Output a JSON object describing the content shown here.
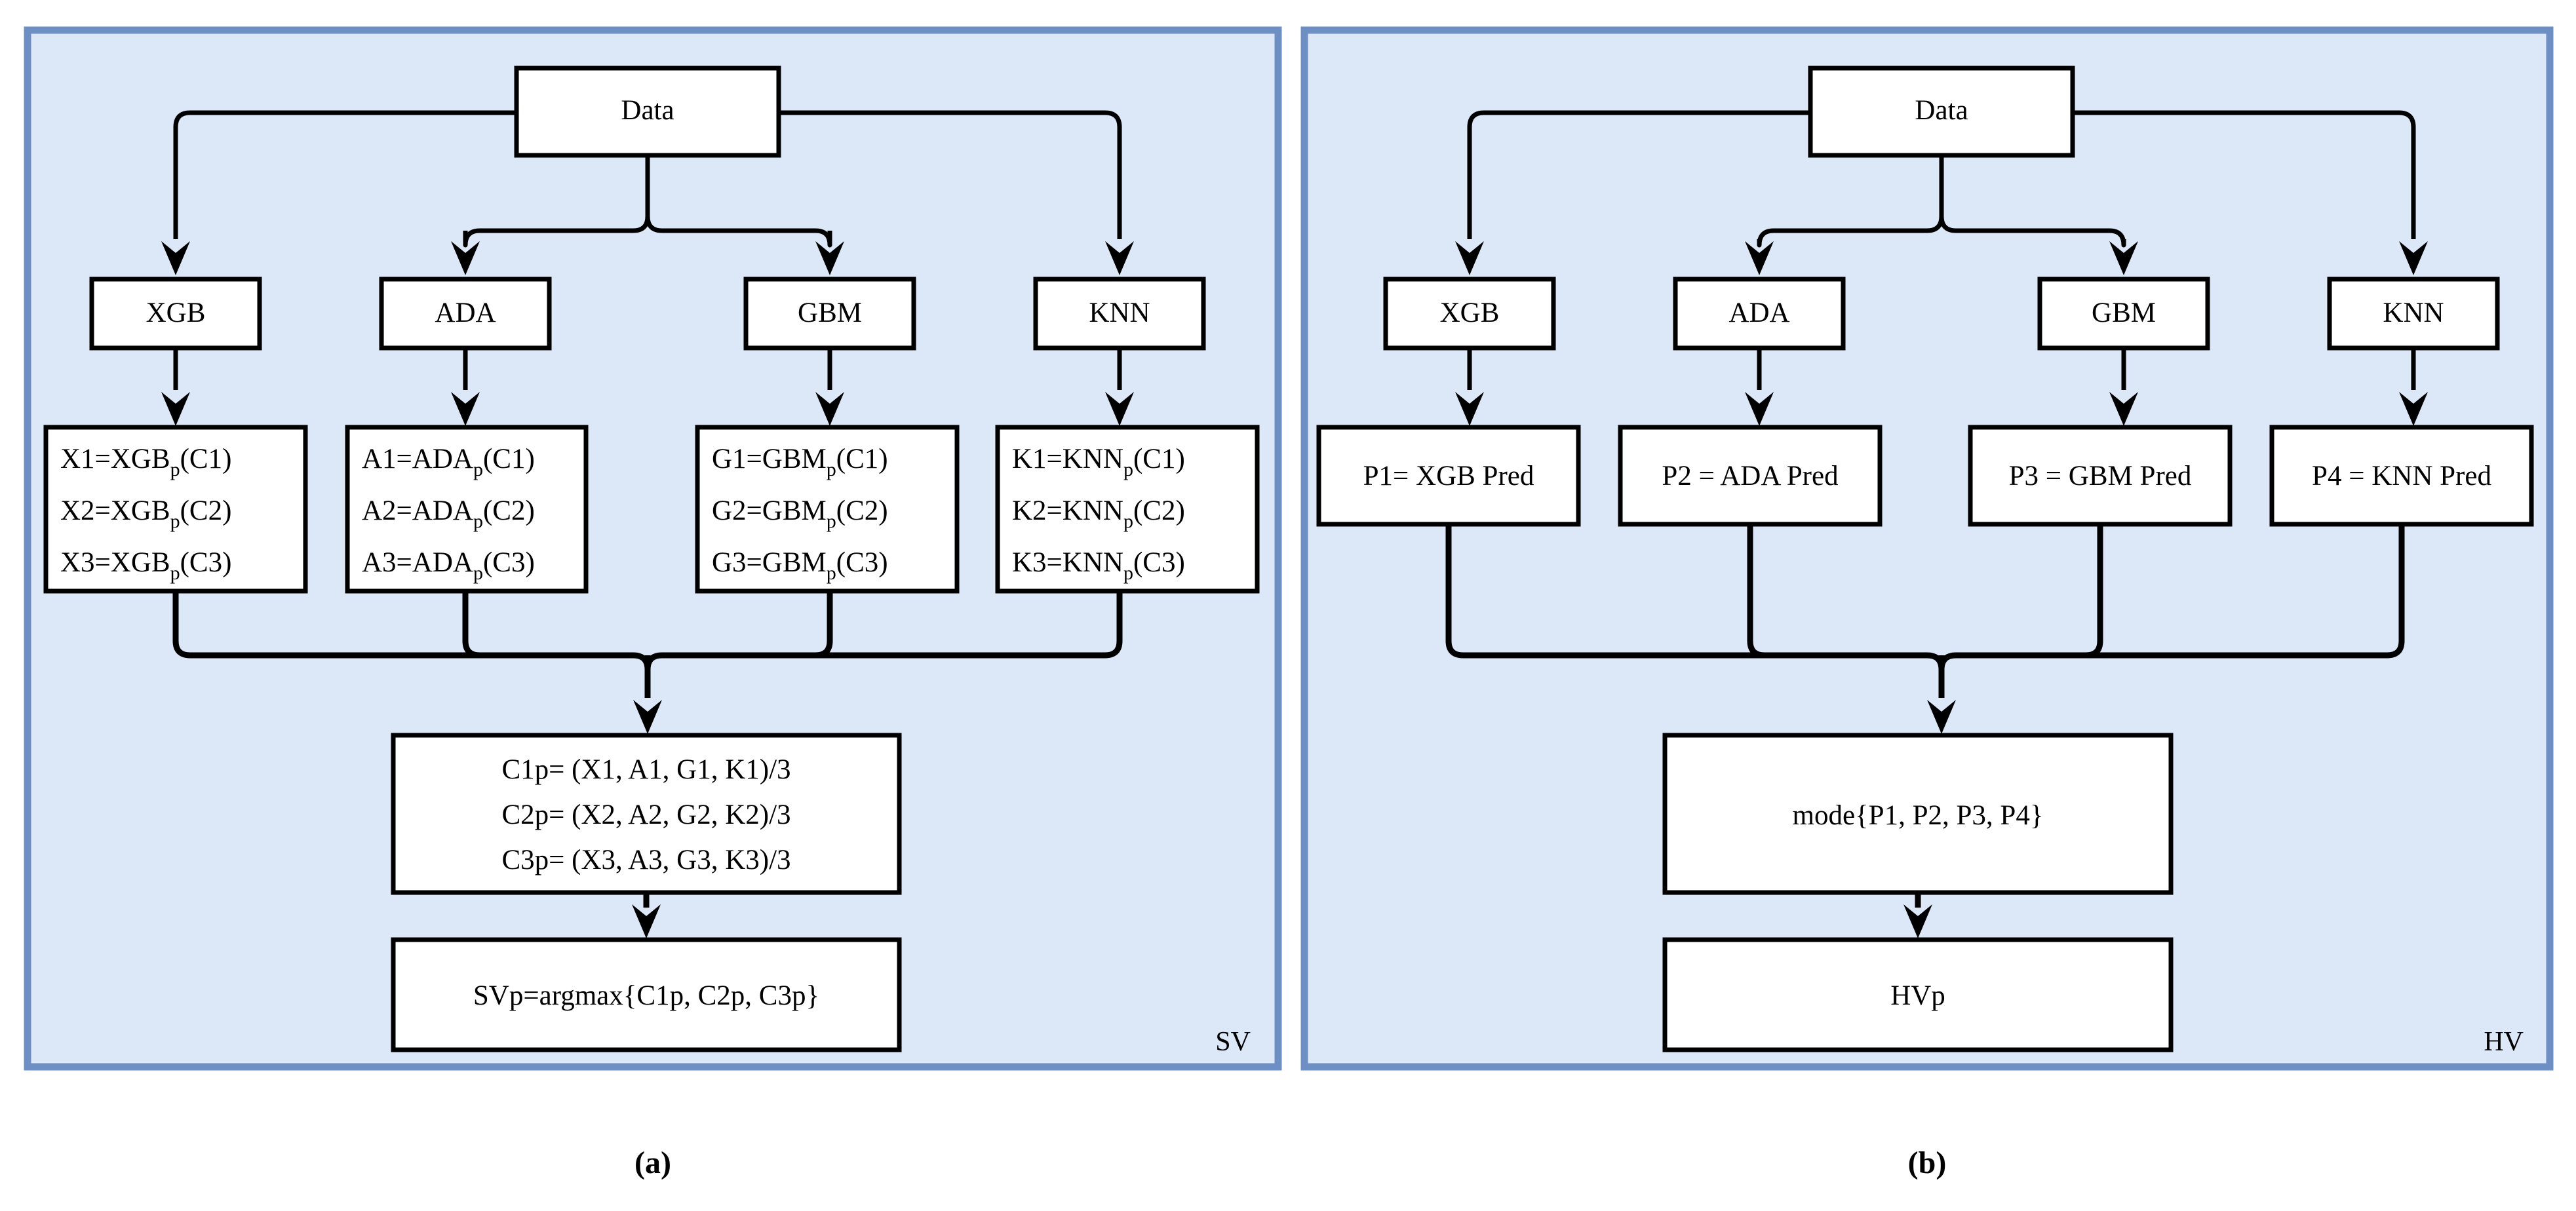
{
  "figure": {
    "panels": [
      {
        "id": "sv",
        "corner_label": "SV",
        "caption": "(a)",
        "data_node": "Data",
        "models": [
          "XGB",
          "ADA",
          "GBM",
          "KNN"
        ],
        "prediction_boxes": [
          {
            "lines": [
              {
                "lhs": "X1=XGB",
                "sub": "p",
                "rhs": "(C1)"
              },
              {
                "lhs": "X2=XGB",
                "sub": "p",
                "rhs": "(C2)"
              },
              {
                "lhs": "X3=XGB",
                "sub": "p",
                "rhs": "(C3)"
              }
            ]
          },
          {
            "lines": [
              {
                "lhs": "A1=ADA",
                "sub": "p",
                "rhs": "(C1)"
              },
              {
                "lhs": "A2=ADA",
                "sub": "p",
                "rhs": "(C2)"
              },
              {
                "lhs": "A3=ADA",
                "sub": "p",
                "rhs": "(C3)"
              }
            ]
          },
          {
            "lines": [
              {
                "lhs": "G1=GBM",
                "sub": "p",
                "rhs": "(C1)"
              },
              {
                "lhs": "G2=GBM",
                "sub": "p",
                "rhs": "(C2)"
              },
              {
                "lhs": "G3=GBM",
                "sub": "p",
                "rhs": "(C3)"
              }
            ]
          },
          {
            "lines": [
              {
                "lhs": "K1=KNN",
                "sub": "p",
                "rhs": "(C1)"
              },
              {
                "lhs": "K2=KNN",
                "sub": "p",
                "rhs": "(C2)"
              },
              {
                "lhs": "K3=KNN",
                "sub": "p",
                "rhs": "(C3)"
              }
            ]
          }
        ],
        "aggregate_lines": [
          "C1p= (X1, A1, G1, K1)/3",
          "C2p= (X2, A2, G2, K2)/3",
          "C3p= (X3, A3, G3, K3)/3"
        ],
        "final_node": "SVp=argmax{C1p, C2p, C3p}"
      },
      {
        "id": "hv",
        "corner_label": "HV",
        "caption": "(b)",
        "data_node": "Data",
        "models": [
          "XGB",
          "ADA",
          "GBM",
          "KNN"
        ],
        "prediction_boxes": [
          {
            "label": "P1= XGB Pred"
          },
          {
            "label": "P2 = ADA Pred"
          },
          {
            "label": "P3 = GBM Pred"
          },
          {
            "label": "P4 = KNN Pred"
          }
        ],
        "aggregate_node": "mode{P1, P2, P3, P4}",
        "final_node": "HVp"
      }
    ]
  },
  "colors": {
    "panel_fill": "#dce7f8",
    "panel_border": "#6d8fc4",
    "node_fill": "#ffffff",
    "node_border": "#000000",
    "page_background": "#ffffff"
  }
}
